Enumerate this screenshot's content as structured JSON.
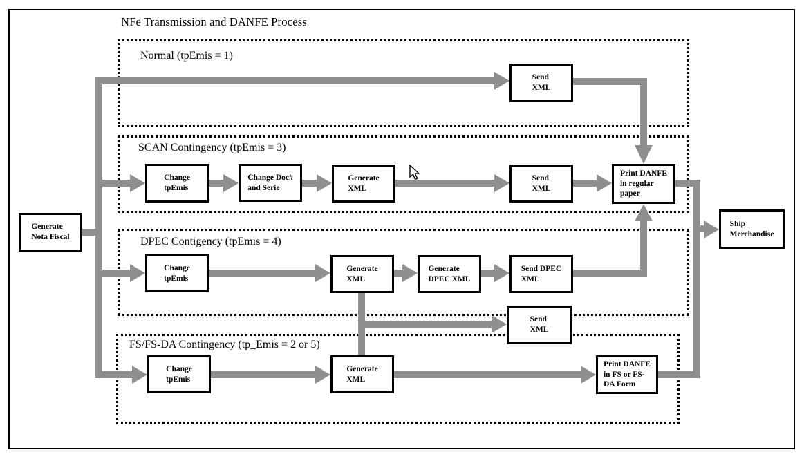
{
  "diagram": {
    "title": "NFe Transmission and DANFE Process",
    "colors": {
      "connector": "#8f8f8f",
      "shape_border": "#000000",
      "lane_border": "#000000",
      "background": "#ffffff",
      "text": "#000000"
    },
    "start": {
      "label": "Generate\nNota Fiscal"
    },
    "end": {
      "label": "Ship\nMerchandise"
    },
    "lanes": [
      {
        "id": "normal",
        "label": "Normal (tpEmis = 1)",
        "boxes": [
          {
            "label": "Send\nXML"
          }
        ]
      },
      {
        "id": "scan",
        "label": "SCAN Contingency (tpEmis = 3)",
        "boxes": [
          {
            "label": "Change\ntpEmis"
          },
          {
            "label": "Change Doc#\nand Serie"
          },
          {
            "label": "Generate\nXML"
          },
          {
            "label": "Send\nXML"
          },
          {
            "label": "Print DANFE\nin regular\npaper"
          }
        ]
      },
      {
        "id": "dpec",
        "label": "DPEC Contigency (tpEmis = 4)",
        "boxes": [
          {
            "label": "Change\ntpEmis"
          },
          {
            "label": "Generate\nXML"
          },
          {
            "label": "Generate\nDPEC XML"
          },
          {
            "label": "Send DPEC\nXML"
          }
        ]
      },
      {
        "id": "fs",
        "label": "FS/FS-DA Contingency (tp_Emis = 2 or 5)",
        "boxes": [
          {
            "label": "Change\ntpEmis"
          },
          {
            "label": "Generate\nXML"
          },
          {
            "label": "Print DANFE\nin FS or FS-\nDA Form"
          }
        ]
      }
    ],
    "floating": {
      "send_xml": {
        "label": "Send\nXML"
      }
    },
    "icons": {
      "cursor": "arrow-pointer"
    }
  }
}
